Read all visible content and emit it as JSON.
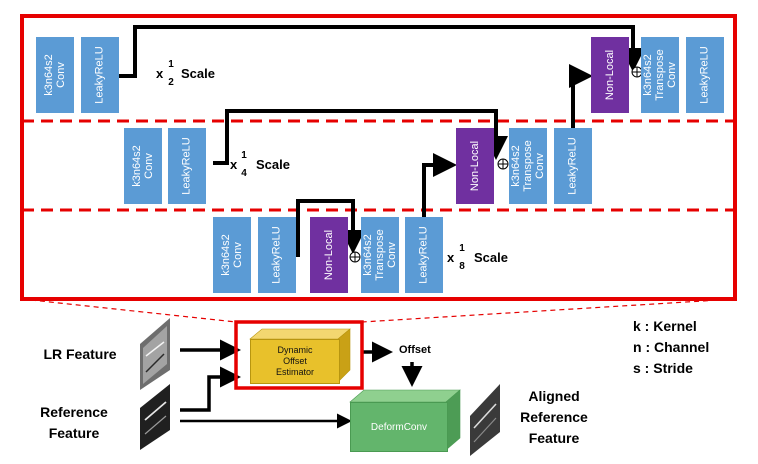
{
  "blocks": {
    "conv_label": "k3n64s2\nConv",
    "relu_label": "LeakyReLU",
    "nonlocal_label": "Non-Local",
    "tconv_label": "k3n64s2\nTranspose\nConv",
    "tconv_label_bottom": "k3n64s2\nTranspose\nConv"
  },
  "scales": {
    "prefix": "x",
    "numerator": "1",
    "half_den": "2",
    "quarter_den": "4",
    "eighth_den": "8",
    "word": "Scale"
  },
  "bottom": {
    "lr_feature": "LR Feature",
    "reference_feature": "Reference\nFeature",
    "estimator": "Dynamic\nOffset\nEstimator",
    "offset": "Offset",
    "deformconv": "DeformConv",
    "aligned": "Aligned\nReference\nFeature"
  },
  "legend": {
    "kernel": "k : Kernel",
    "channel": "n : Channel",
    "stride": "s : Stride"
  },
  "colors": {
    "frame_red": "#e60000",
    "block_blue": "#5b9bd5",
    "nonlocal_purple": "#7030a0",
    "estimator_yellow": "#e8c12b",
    "deform_green": "#63b56c"
  }
}
